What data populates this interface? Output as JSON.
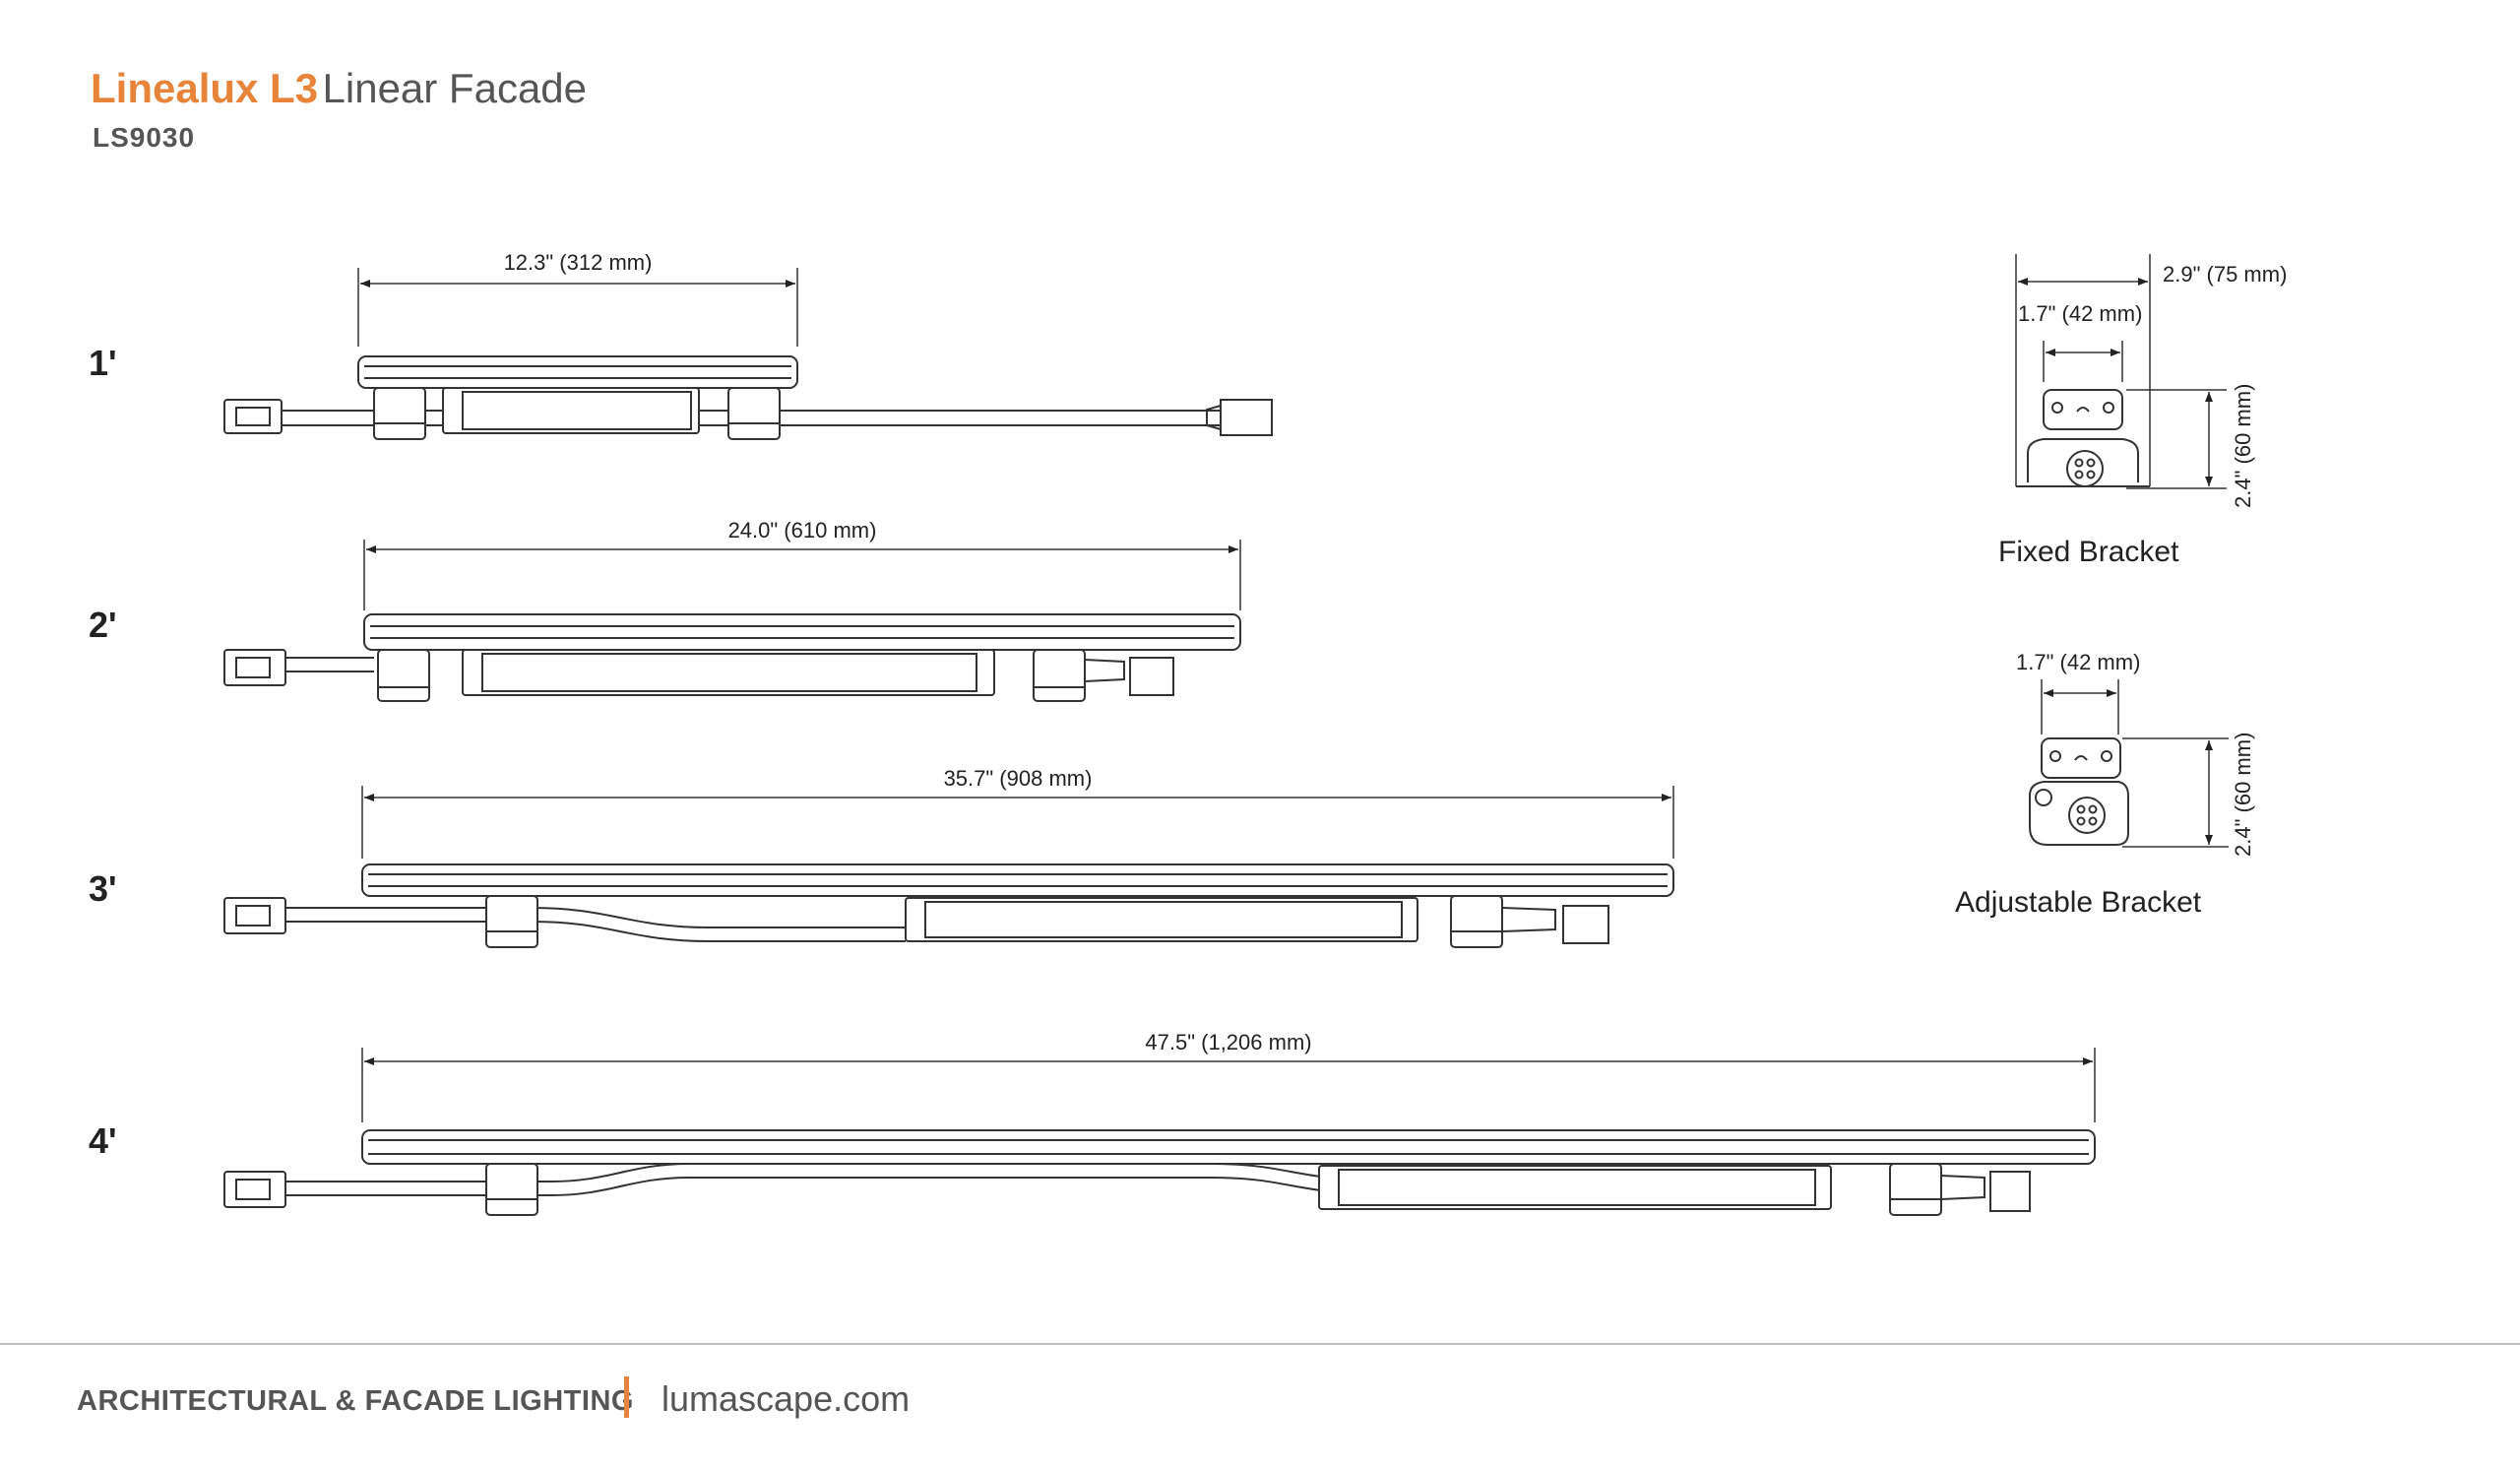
{
  "header": {
    "brand": "Linealux L3",
    "product": "Linear Facade",
    "sku": "LS9030"
  },
  "sizes": [
    {
      "label": "1'",
      "length": "12.3\" (312 mm)"
    },
    {
      "label": "2'",
      "length": "24.0\" (610 mm)"
    },
    {
      "label": "3'",
      "length": "35.7\" (908 mm)"
    },
    {
      "label": "4'",
      "length": "47.5\" (1,206 mm)"
    }
  ],
  "brackets": {
    "fixed": {
      "caption": "Fixed Bracket",
      "overall_width": "2.9\" (75 mm)",
      "width": "1.7\" (42 mm)",
      "height": "2.4\" (60 mm)"
    },
    "adjustable": {
      "caption": "Adjustable Bracket",
      "width": "1.7\" (42 mm)",
      "height": "2.4\" (60 mm)"
    }
  },
  "footer": {
    "category": "ARCHITECTURAL & FACADE LIGHTING",
    "website": "lumascape.com"
  },
  "colors": {
    "accent": "#e8843a",
    "line": "#333333",
    "footer_rule": "#bdbdbd"
  }
}
